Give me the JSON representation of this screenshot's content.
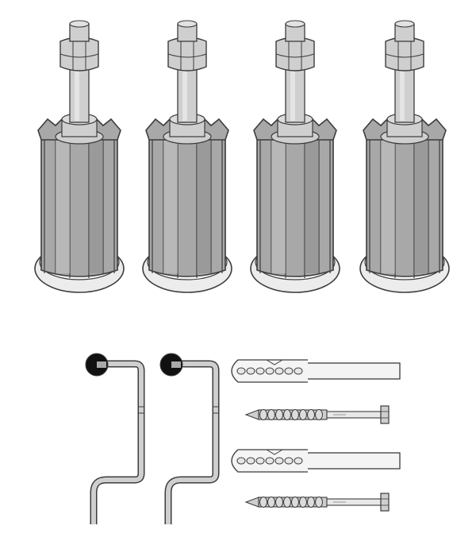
{
  "illustration": {
    "feet_count": 4,
    "hooks_count": 2,
    "anchor_sets_count": 2,
    "colors": {
      "outline": "#3c3c3c",
      "metal": "#cfcfcf",
      "metal_dark": "#a9a9a9",
      "body": "#a8a8a8",
      "body_dark": "#8c8c8c",
      "body_light": "#c4c4c4",
      "base": "#ececec",
      "cap": "#111111",
      "background": "#ffffff"
    },
    "icons": [
      "adjustable-leg-icon",
      "wall-hook-icon",
      "wall-plug-icon",
      "screw-icon"
    ]
  }
}
